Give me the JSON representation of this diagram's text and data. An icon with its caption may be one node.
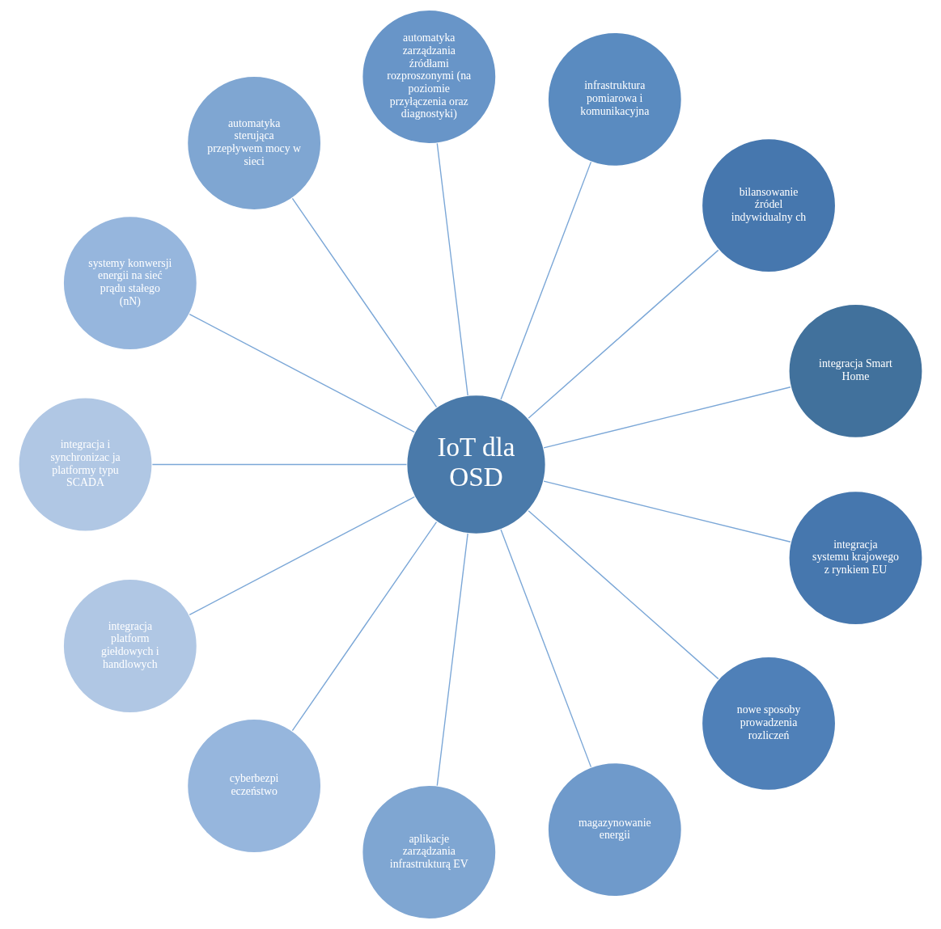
{
  "diagram": {
    "nodes": [
      {
        "text": [
          "IoT dla OSD"
        ]
      },
      {
        "text": [
          "integracja Smart Home"
        ]
      },
      {
        "text": [
          "bilansowanie źródel indywidualny ch"
        ]
      },
      {
        "text": [
          "infrastruktura pomiarowa i komunikacyjna"
        ]
      },
      {
        "text": [
          "automatyka zarządzania źródłami rozproszonymi (na poziomie przyłączenia oraz diagnostyki)"
        ]
      },
      {
        "text": [
          "automatyka sterująca przepływem mocy w sieci"
        ]
      },
      {
        "text": [
          "systemy konwersji energii na sieć prądu stałego (nN)"
        ]
      },
      {
        "text": [
          "integracja i synchronizac ja platformy typu SCADA"
        ]
      },
      {
        "text": [
          "integracja platform giełdowych i handlowych"
        ]
      },
      {
        "text": [
          "cyberbezpi eczeństwo"
        ]
      },
      {
        "text": [
          "aplikacje zarządzania infrastrukturą EV"
        ]
      },
      {
        "text": [
          "magazynowanie energii"
        ]
      },
      {
        "text": [
          "nowe sposoby prowadzenia rozliczeń"
        ]
      },
      {
        "text": [
          "integracja systemu krajowego z rynkiem EU"
        ]
      }
    ],
    "edges": [
      {
        "from": 0,
        "to": 1,
        "arrow": "none"
      },
      {
        "from": 0,
        "to": 2,
        "arrow": "none"
      },
      {
        "from": 0,
        "to": 3,
        "arrow": "none"
      },
      {
        "from": 0,
        "to": 4,
        "arrow": "none"
      },
      {
        "from": 0,
        "to": 5,
        "arrow": "none"
      },
      {
        "from": 0,
        "to": 6,
        "arrow": "none"
      },
      {
        "from": 0,
        "to": 7,
        "arrow": "none"
      },
      {
        "from": 0,
        "to": 8,
        "arrow": "none"
      },
      {
        "from": 0,
        "to": 9,
        "arrow": "none"
      },
      {
        "from": 0,
        "to": 10,
        "arrow": "none"
      },
      {
        "from": 0,
        "to": 11,
        "arrow": "none"
      },
      {
        "from": 0,
        "to": 12,
        "arrow": "none"
      },
      {
        "from": 0,
        "to": 13,
        "arrow": "none"
      }
    ]
  }
}
